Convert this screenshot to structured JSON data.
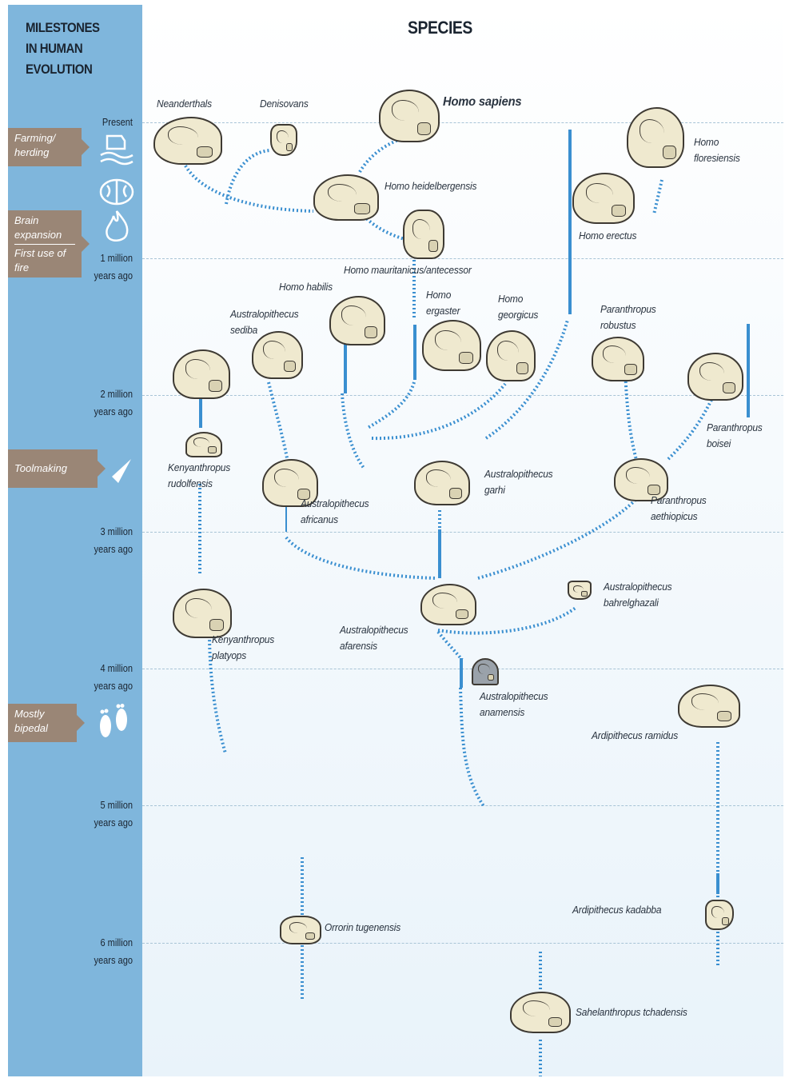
{
  "sidebar": {
    "title": "MILESTONES\nIN HUMAN\nEVOLUTION",
    "ticks": [
      {
        "l1": "Present",
        "l2": ""
      },
      {
        "l1": "1 million",
        "l2": "years ago"
      },
      {
        "l1": "2 million",
        "l2": "years ago"
      },
      {
        "l1": "3 million",
        "l2": "years ago"
      },
      {
        "l1": "4 million",
        "l2": "years ago"
      },
      {
        "l1": "5 million",
        "l2": "years ago"
      },
      {
        "l1": "6 million",
        "l2": "years ago"
      }
    ],
    "milestones": {
      "farming": "Farming/ herding",
      "brain": "Brain expansion",
      "fire": "First use of fire",
      "toolmaking": "Toolmaking",
      "bipedal": "Mostly bipedal"
    }
  },
  "main": {
    "title": "SPECIES",
    "species": {
      "neanderthals": "Neanderthals",
      "denisovans": "Denisovans",
      "homo_sapiens": "Homo sapiens",
      "homo_floresiensis": "Homo\nfloresiensis",
      "homo_heidelbergensis": "Homo heidelbergensis",
      "homo_erectus": "Homo erectus",
      "homo_mauritanicus": "Homo mauritanicus/antecessor",
      "homo_habilis": "Homo habilis",
      "australopithecus_sediba": "Australopithecus\nsediba",
      "homo_ergaster": "Homo\nergaster",
      "homo_georgicus": "Homo\ngeorgicus",
      "paranthropus_robustus": "Paranthropus\nrobustus",
      "paranthropus_boisei": "Paranthropus\nboisei",
      "kenyanthropus_rudolfensis": "Kenyanthropus\nrudolfensis",
      "australopithecus_africanus": "Australopithecus\nafricanus",
      "australopithecus_garhi": "Australopithecus\ngarhi",
      "paranthropus_aethiopicus": "Paranthropus\naethiopicus",
      "australopithecus_bahrelghazali": "Australopithecus\nbahrelghazali",
      "kenyanthropus_platyops": "Kenyanthropus\nplatyops",
      "australopithecus_afarensis": "Australopithecus\nafarensis",
      "australopithecus_anamensis": "Australopithecus\nanamensis",
      "ardipithecus_ramidus": "Ardipithecus ramidus",
      "ardipithecus_kadabba": "Ardipithecus kadabba",
      "orrorin_tugenensis": "Orrorin tugenensis",
      "sahelanthropus_tchadensis": "Sahelanthropus tchadensis"
    }
  },
  "colors": {
    "sidebar": "#7fb6dc",
    "milestone_tag": "#9a8676",
    "line": "#3a8fd0",
    "skull": "#efe9cf"
  },
  "icons": [
    "farming-icon",
    "brain-icon",
    "fire-icon",
    "toolmaking-icon",
    "footprints-icon"
  ]
}
